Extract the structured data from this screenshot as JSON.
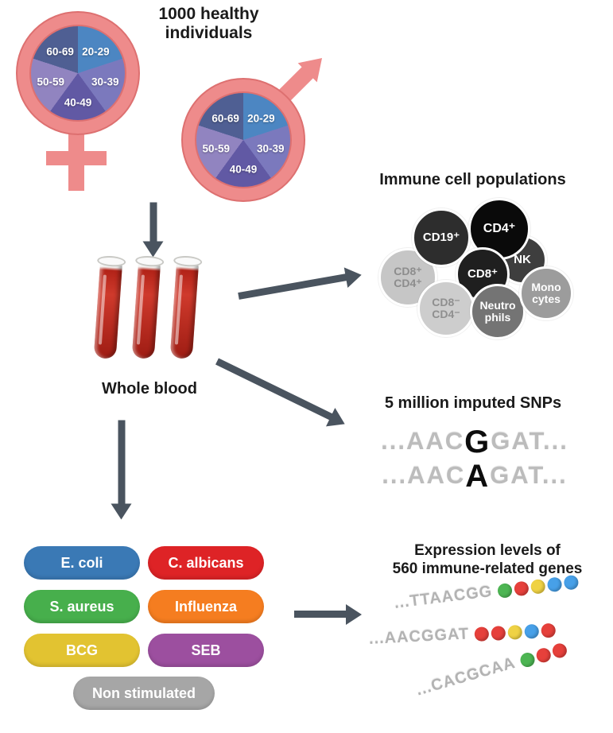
{
  "header": {
    "title": "1000 healthy\nindividuals"
  },
  "symbols": {
    "color": "#ee8b8b"
  },
  "pies": {
    "segments": [
      {
        "label": "20-29",
        "color": "#4c86c2"
      },
      {
        "label": "30-39",
        "color": "#7b79bd"
      },
      {
        "label": "40-49",
        "color": "#6159a4"
      },
      {
        "label": "50-59",
        "color": "#9184c0"
      },
      {
        "label": "60-69",
        "color": "#4f5f93"
      }
    ]
  },
  "blood": {
    "label": "Whole blood"
  },
  "cells": {
    "title": "Immune cell populations",
    "items": [
      {
        "label": "CD19⁺"
      },
      {
        "label": "CD4⁺"
      },
      {
        "label": "NK"
      },
      {
        "label": "CD8⁺"
      },
      {
        "label": "CD8⁺\nCD4⁺"
      },
      {
        "label": "Mono\ncytes"
      },
      {
        "label": "CD8⁻\nCD4⁻"
      },
      {
        "label": "Neutro\nphils"
      }
    ]
  },
  "snps": {
    "title": "5 million imputed SNPs",
    "lines": [
      {
        "pre": "...AAC",
        "variant": "G",
        "post": "GAT..."
      },
      {
        "pre": "...AAC",
        "variant": "A",
        "post": "GAT..."
      }
    ]
  },
  "stimuli": {
    "items": [
      {
        "label": "E. coli",
        "color": "#3a79b5"
      },
      {
        "label": "C. albicans",
        "color": "#de2326"
      },
      {
        "label": "S. aureus",
        "color": "#47af4c"
      },
      {
        "label": "Influenza",
        "color": "#f57d20"
      },
      {
        "label": "BCG",
        "color": "#e2c331"
      },
      {
        "label": "SEB",
        "color": "#9c4f9f"
      },
      {
        "label": "Non stimulated",
        "color": "#a6a6a6"
      }
    ]
  },
  "genes": {
    "title": "Expression levels of\n560 immune-related genes",
    "rows": [
      {
        "seq": "...TTAACGG",
        "beads": [
          "#4db553",
          "#e6403b",
          "#efd244",
          "#47a0e8",
          "#47a0e8"
        ]
      },
      {
        "seq": "...AACGGAT",
        "beads": [
          "#e6403b",
          "#e6403b",
          "#efd244",
          "#47a0e8",
          "#e6403b"
        ]
      },
      {
        "seq": "...CACGCAA",
        "beads": [
          "#4db553",
          "#e6403b",
          "#e6403b"
        ]
      }
    ]
  }
}
